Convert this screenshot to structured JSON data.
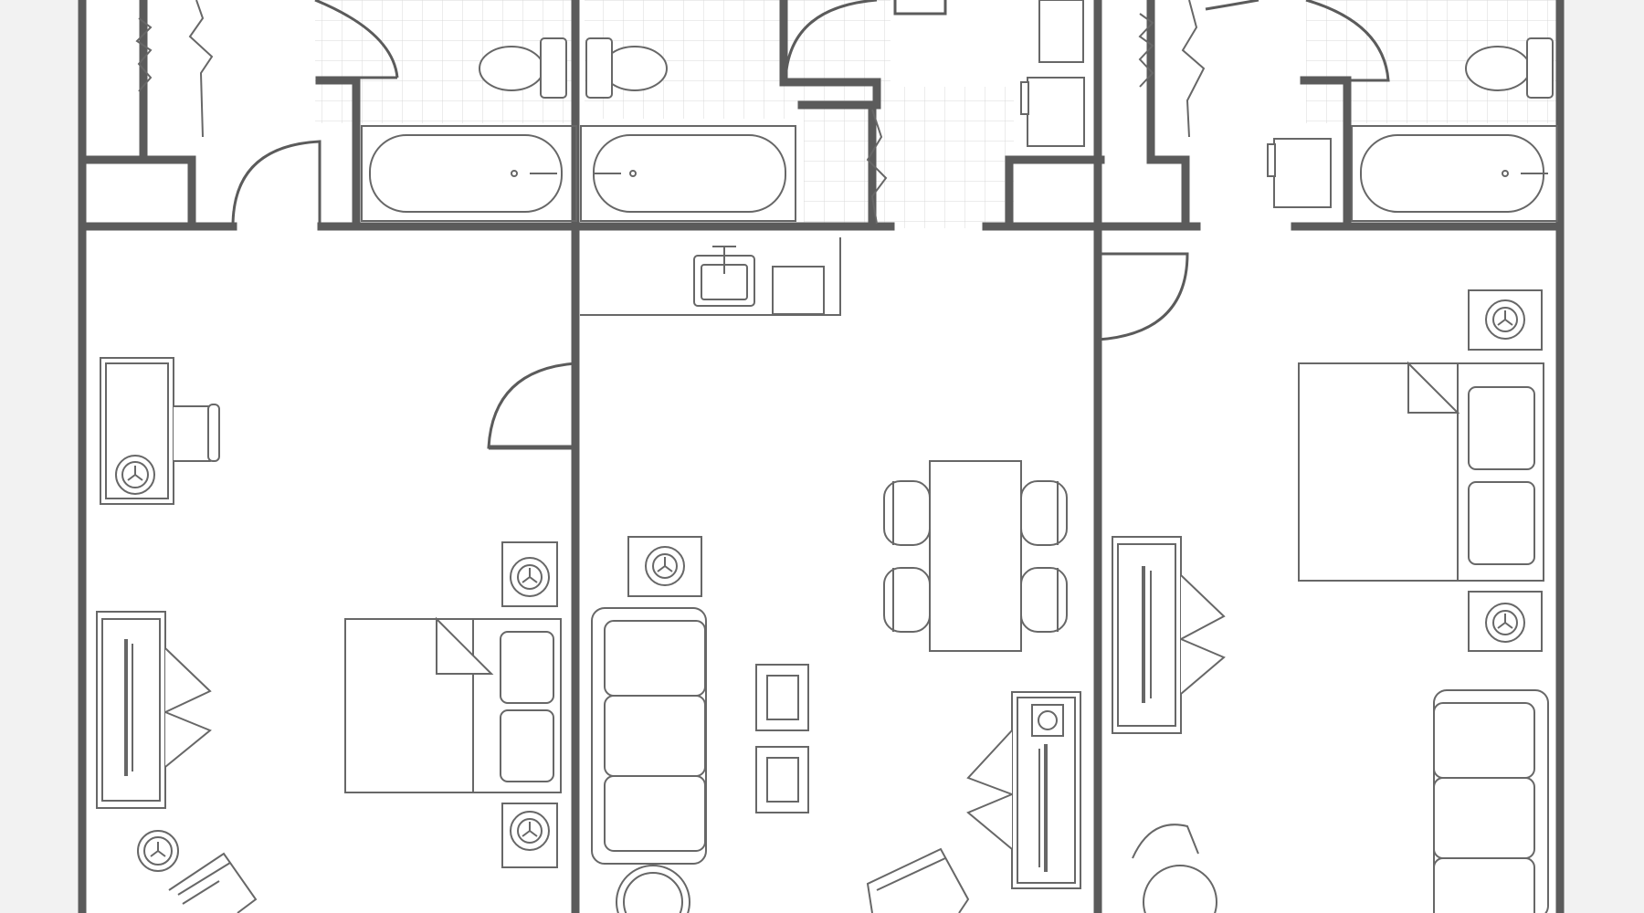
{
  "plan": {
    "type": "floor-plan",
    "background": "#f2f2f2",
    "colors": {
      "sheet": "#ffffff",
      "wall": "#5b5b5b",
      "line": "#676767",
      "tile": "#d9d9d9"
    },
    "text_labels": [],
    "units": [
      {
        "name": "bedroom-left",
        "contents": [
          "closet",
          "bathroom",
          "bathtub",
          "toilet",
          "desk",
          "tv-console",
          "queen-bed",
          "nightstand",
          "armchair"
        ]
      },
      {
        "name": "living-suite",
        "contents": [
          "bathroom",
          "bathtub",
          "toilet",
          "vanity-sink",
          "mini-fridge",
          "sofa",
          "side-tables",
          "dining-table",
          "dining-chairs",
          "tv-console",
          "armchair"
        ]
      },
      {
        "name": "bedroom-right",
        "contents": [
          "closet",
          "bathroom",
          "bathtub",
          "toilet",
          "mini-fridge",
          "tv-console",
          "queen-bed",
          "nightstand",
          "sofa",
          "dining-chair"
        ]
      }
    ]
  }
}
